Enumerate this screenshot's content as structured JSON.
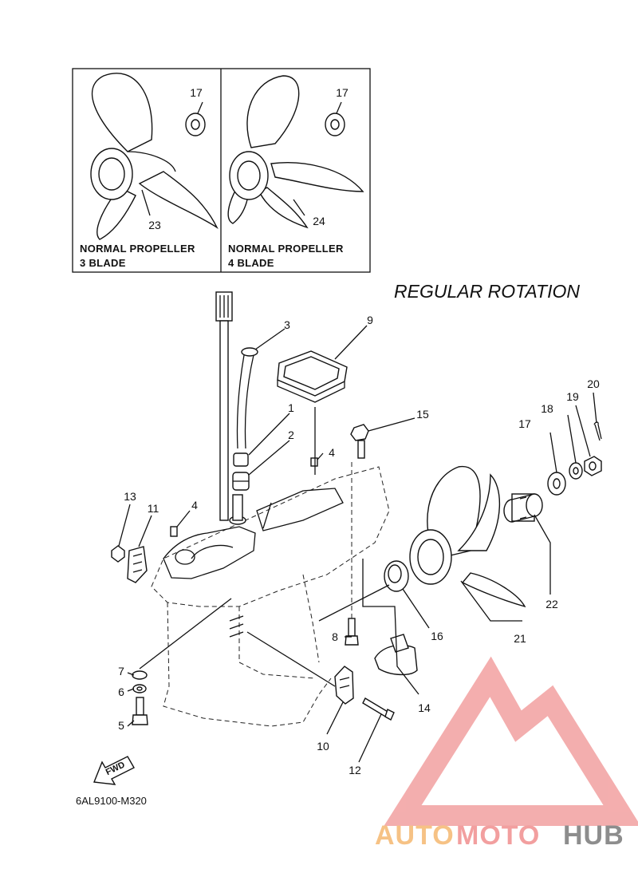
{
  "title": "REGULAR ROTATION",
  "diagram_code": "6AL9100-M320",
  "inset_boxes": [
    {
      "caption_line1": "NORMAL PROPELLER",
      "caption_line2": "3 BLADE",
      "propeller_label": "23",
      "spacer_label": "17"
    },
    {
      "caption_line1": "NORMAL PROPELLER",
      "caption_line2": "4 BLADE",
      "propeller_label": "24",
      "spacer_label": "17"
    }
  ],
  "fwd_label": "FWD",
  "callouts": {
    "p1": "1",
    "p2": "2",
    "p3": "3",
    "p4a": "4",
    "p4b": "4",
    "p5": "5",
    "p6": "6",
    "p7": "7",
    "p8": "8",
    "p9": "9",
    "p10": "10",
    "p11": "11",
    "p12": "12",
    "p13": "13",
    "p14": "14",
    "p15": "15",
    "p16": "16",
    "p17": "17",
    "p18": "18",
    "p19": "19",
    "p20": "20",
    "p21": "21",
    "p22": "22"
  },
  "watermark": {
    "part1": "AUTO",
    "part2": "MOTO",
    "part3": "HUB"
  },
  "colors": {
    "watermark_orange": "#f5b870",
    "watermark_red": "#f08f8f",
    "watermark_gray": "#7a7a7a",
    "triangle": "#f2a0a0"
  }
}
